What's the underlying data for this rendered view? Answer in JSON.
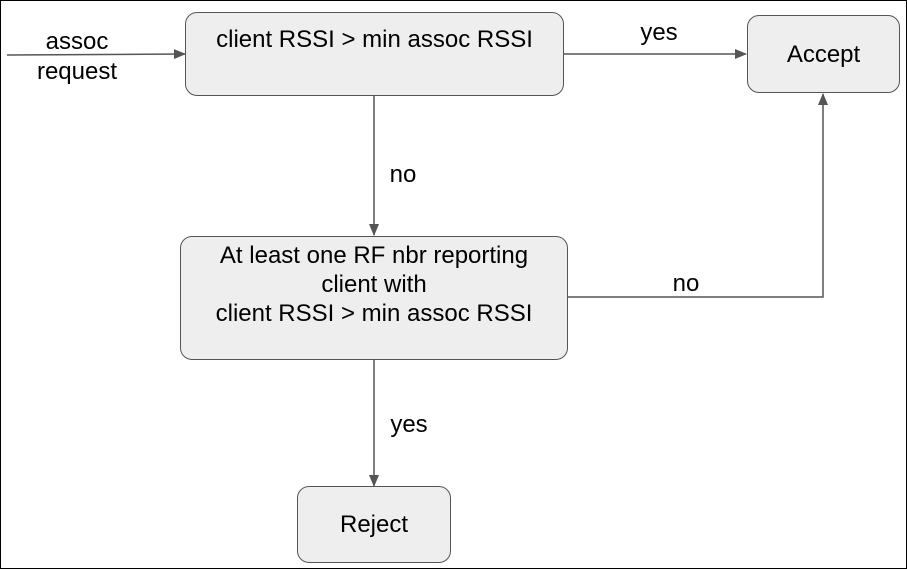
{
  "diagram": {
    "nodes": {
      "check_rssi": {
        "text": "client RSSI > min assoc RSSI"
      },
      "check_nbr": {
        "lines": [
          "At least one RF nbr reporting",
          "client with",
          "client RSSI > min assoc RSSI"
        ]
      },
      "accept": {
        "text": "Accept"
      },
      "reject": {
        "text": "Reject"
      }
    },
    "edges": {
      "input": {
        "lines": [
          "assoc",
          "request"
        ]
      },
      "rssi_yes": "yes",
      "rssi_no": "no",
      "nbr_no": "no",
      "nbr_yes": "yes"
    },
    "colors": {
      "node_fill": "#eeeeee",
      "node_border": "#555555",
      "connector": "#555555",
      "text": "#000000"
    }
  }
}
